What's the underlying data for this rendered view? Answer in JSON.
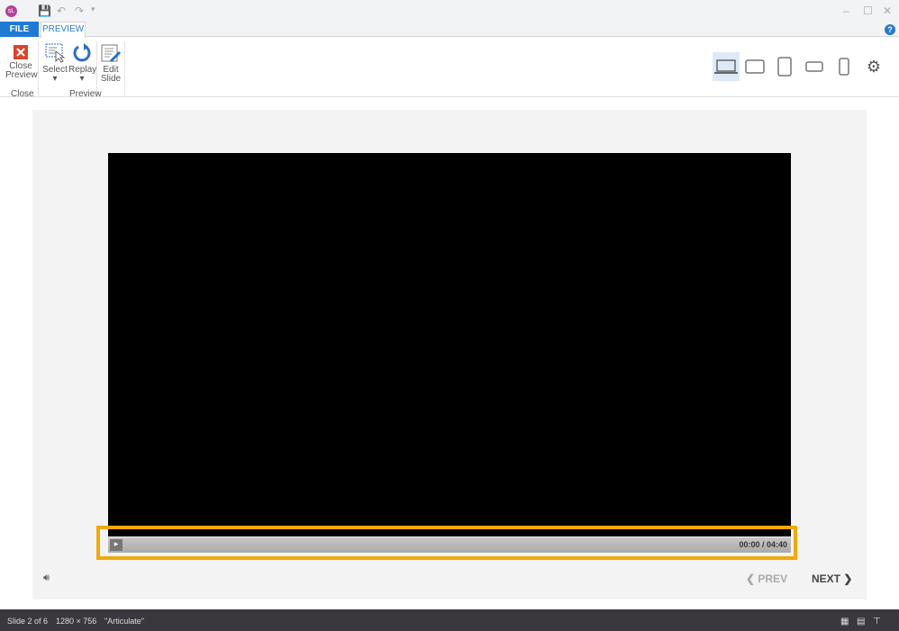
{
  "titlebar": {
    "logo": "sL",
    "minimize": "–",
    "maximize": "☐",
    "close": "✕"
  },
  "tabs": {
    "file": "FILE",
    "preview": "PREVIEW"
  },
  "ribbon": {
    "close_preview": "Close Preview",
    "select": "Select",
    "replay": "Replay",
    "edit_slide": "Edit Slide",
    "group_close": "Close",
    "group_preview": "Preview"
  },
  "player": {
    "time": "00:00 / 04:40",
    "prev": "PREV",
    "next": "NEXT",
    "accent": "#f0a90a"
  },
  "status": {
    "slide": "Slide 2 of 6",
    "size": "1280 × 756",
    "theme": "\"Articulate\""
  }
}
